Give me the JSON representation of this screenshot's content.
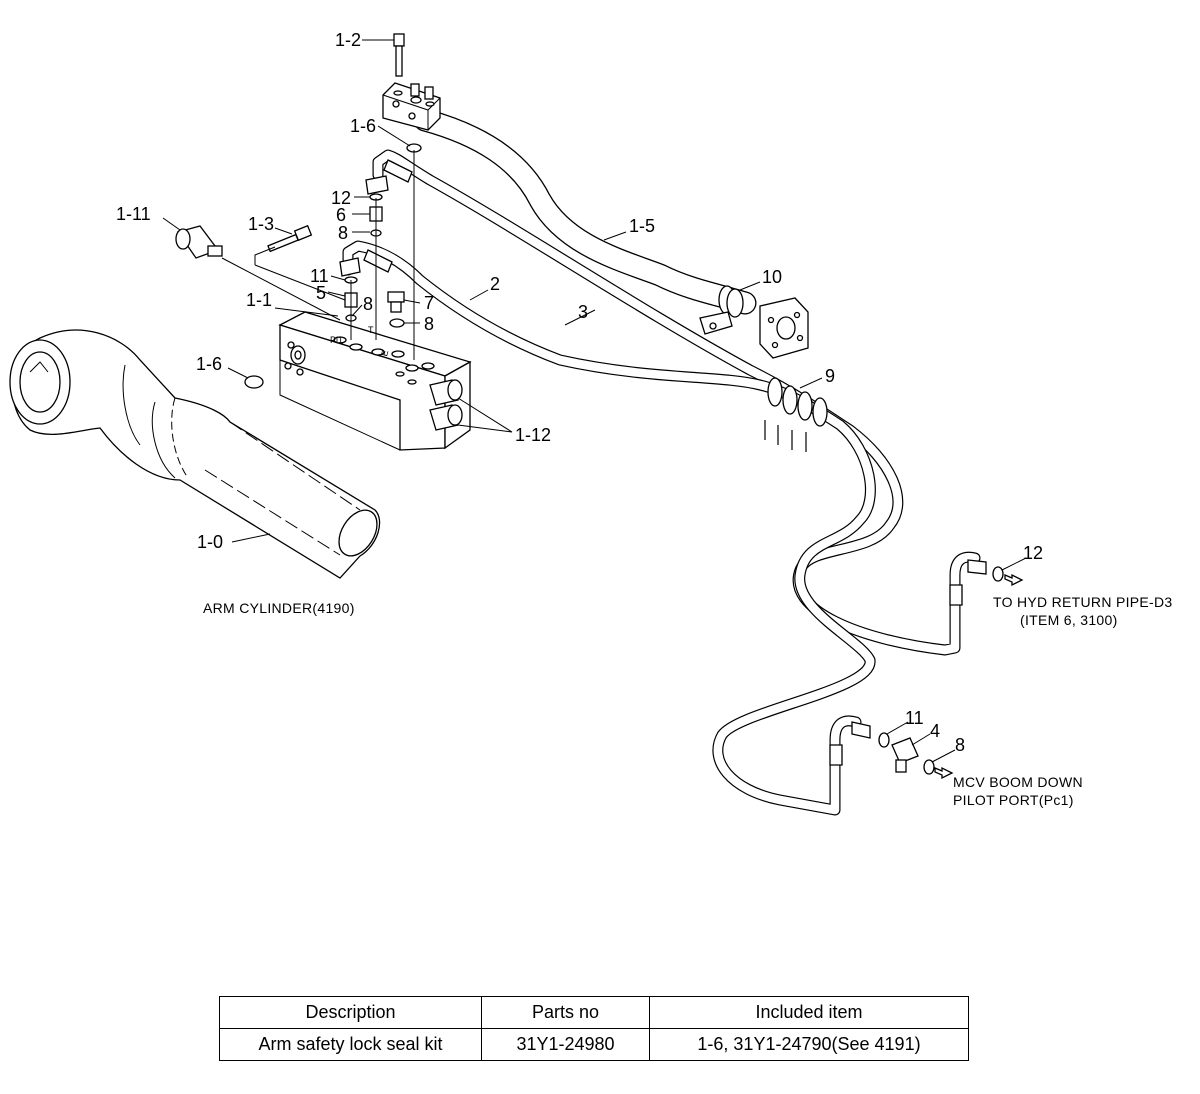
{
  "labels": {
    "l_1_2": "1-2",
    "l_1_6_top": "1-6",
    "l_12_top": "12",
    "l_6": "6",
    "l_8_a": "8",
    "l_1_11": "1-11",
    "l_1_3": "1-3",
    "l_11_top": "11",
    "l_5": "5",
    "l_8_b": "8",
    "l_7": "7",
    "l_8_c": "8",
    "l_1_1": "1-1",
    "l_2": "2",
    "l_1_5": "1-5",
    "l_3": "3",
    "l_10": "10",
    "l_9": "9",
    "l_1_6_left": "1-6",
    "l_1_12": "1-12",
    "l_1_0": "1-0",
    "l_12_right": "12",
    "l_11_bot": "11",
    "l_4": "4",
    "l_8_bot": "8"
  },
  "ports": {
    "pi1": "Pi1",
    "t": "T",
    "e": "E"
  },
  "notes": {
    "arm_cylinder": "ARM CYLINDER(4190)",
    "return_line1": "TO HYD RETURN PIPE-D3",
    "return_line2": "(ITEM 6, 3100)",
    "mcv_line1": "MCV BOOM DOWN",
    "mcv_line2": "PILOT PORT(Pc1)"
  },
  "table": {
    "headers": [
      "Description",
      "Parts no",
      "Included item"
    ],
    "rows": [
      [
        "Arm safety lock seal kit",
        "31Y1-24980",
        "1-6, 31Y1-24790(See 4191)"
      ]
    ]
  }
}
